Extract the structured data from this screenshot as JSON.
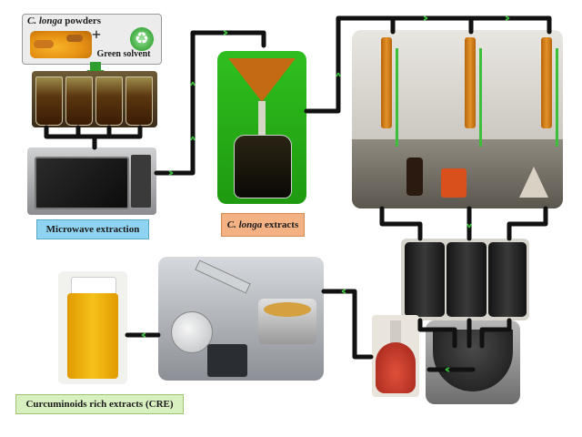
{
  "labels": {
    "powders_species": "C. longa",
    "powders_word": "powders",
    "plus": "+",
    "green_solvent": "Green solvent",
    "microwave": "Microwave extraction",
    "extracts_species": "C. longa",
    "extracts_word": "extracts",
    "cre": "Curcuminoids rich extracts (CRE)"
  },
  "colors": {
    "pipe": "#111111",
    "flow_arrow": "#3cc03c",
    "microwave_label_bg": "#8fd3f0",
    "extracts_label_bg": "#f4b183",
    "cre_label_bg": "#d8efc0",
    "powder": "#f2a21a",
    "extract_dark": "#5a2a08",
    "extract_red": "#c0392b",
    "powder_yellow": "#f2b400"
  },
  "icons": [
    "recycle-icon",
    "down-arrow-icon"
  ]
}
